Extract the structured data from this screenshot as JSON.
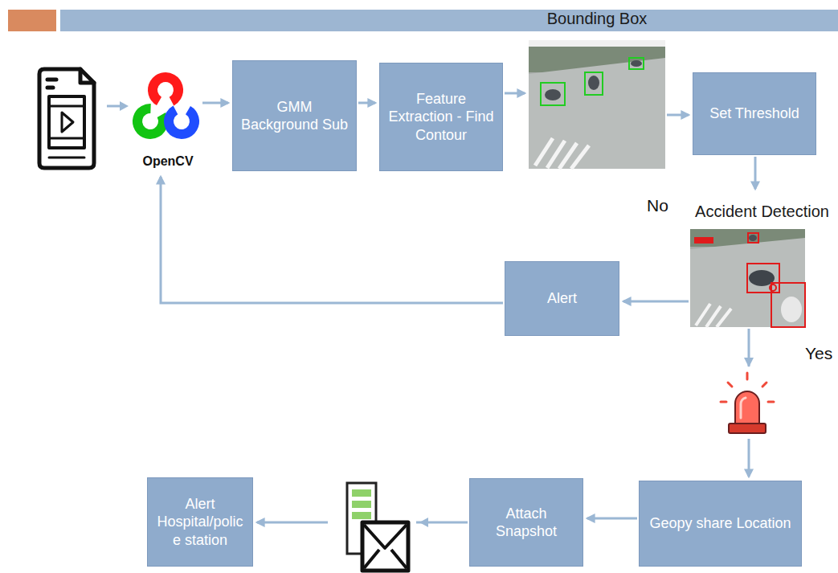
{
  "diagram": {
    "nodes": [
      {
        "text": [
          "OpenCV"
        ]
      },
      {
        "text": [
          "GMM Background Sub"
        ]
      },
      {
        "text": [
          "Feature Extraction - Find Contour"
        ]
      },
      {
        "text": [
          "Bounding Box"
        ]
      },
      {
        "text": [
          "Set Threshold"
        ]
      },
      {
        "text": [
          "Accident Detection"
        ]
      },
      {
        "text": [
          "Alert"
        ]
      },
      {
        "text": [
          "Geopy share Location"
        ]
      },
      {
        "text": [
          "Attach Snapshot"
        ]
      },
      {
        "text": [
          "Alert Hospital/polic e station"
        ]
      }
    ],
    "edges": [
      {
        "from": 0,
        "to": 1,
        "arrow": "to"
      },
      {
        "from": 1,
        "to": 2,
        "arrow": "to"
      },
      {
        "from": 2,
        "to": 3,
        "arrow": "to"
      },
      {
        "from": 3,
        "to": 4,
        "arrow": "to"
      },
      {
        "from": 4,
        "to": 5,
        "arrow": "to"
      },
      {
        "from": 5,
        "to": 6,
        "arrow": "to"
      },
      {
        "from": 6,
        "to": 0,
        "arrow": "to"
      },
      {
        "from": 5,
        "to": 7,
        "arrow": "to"
      },
      {
        "from": 7,
        "to": 8,
        "arrow": "to"
      },
      {
        "from": 8,
        "to": 9,
        "arrow": "to"
      }
    ],
    "labels": [
      "No",
      "Yes"
    ]
  }
}
